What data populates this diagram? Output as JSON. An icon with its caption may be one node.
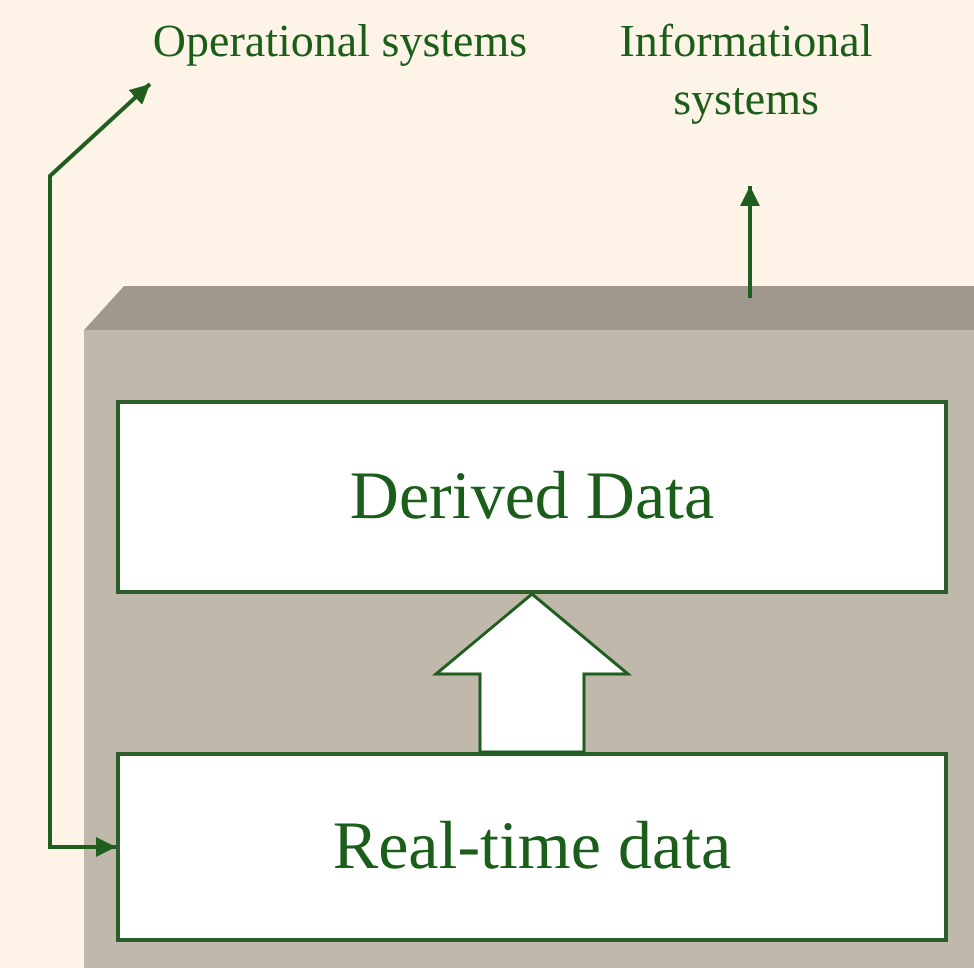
{
  "diagram": {
    "nodes": [
      {
        "text": [
          "Operational systems"
        ]
      },
      {
        "text": [
          "Informational systems"
        ]
      },
      {
        "text": [],
        "shape": "box"
      },
      {
        "text": [
          "Derived Data"
        ],
        "in": 2
      },
      {
        "text": [
          "Real-time data"
        ],
        "in": 2
      }
    ],
    "edges": [
      {
        "from": 0,
        "to": 4,
        "arrow": "both"
      },
      {
        "from": 4,
        "to": 3,
        "arrow": "to",
        "style": "thick"
      },
      {
        "from": 2,
        "to": 1,
        "arrow": "to"
      }
    ]
  }
}
